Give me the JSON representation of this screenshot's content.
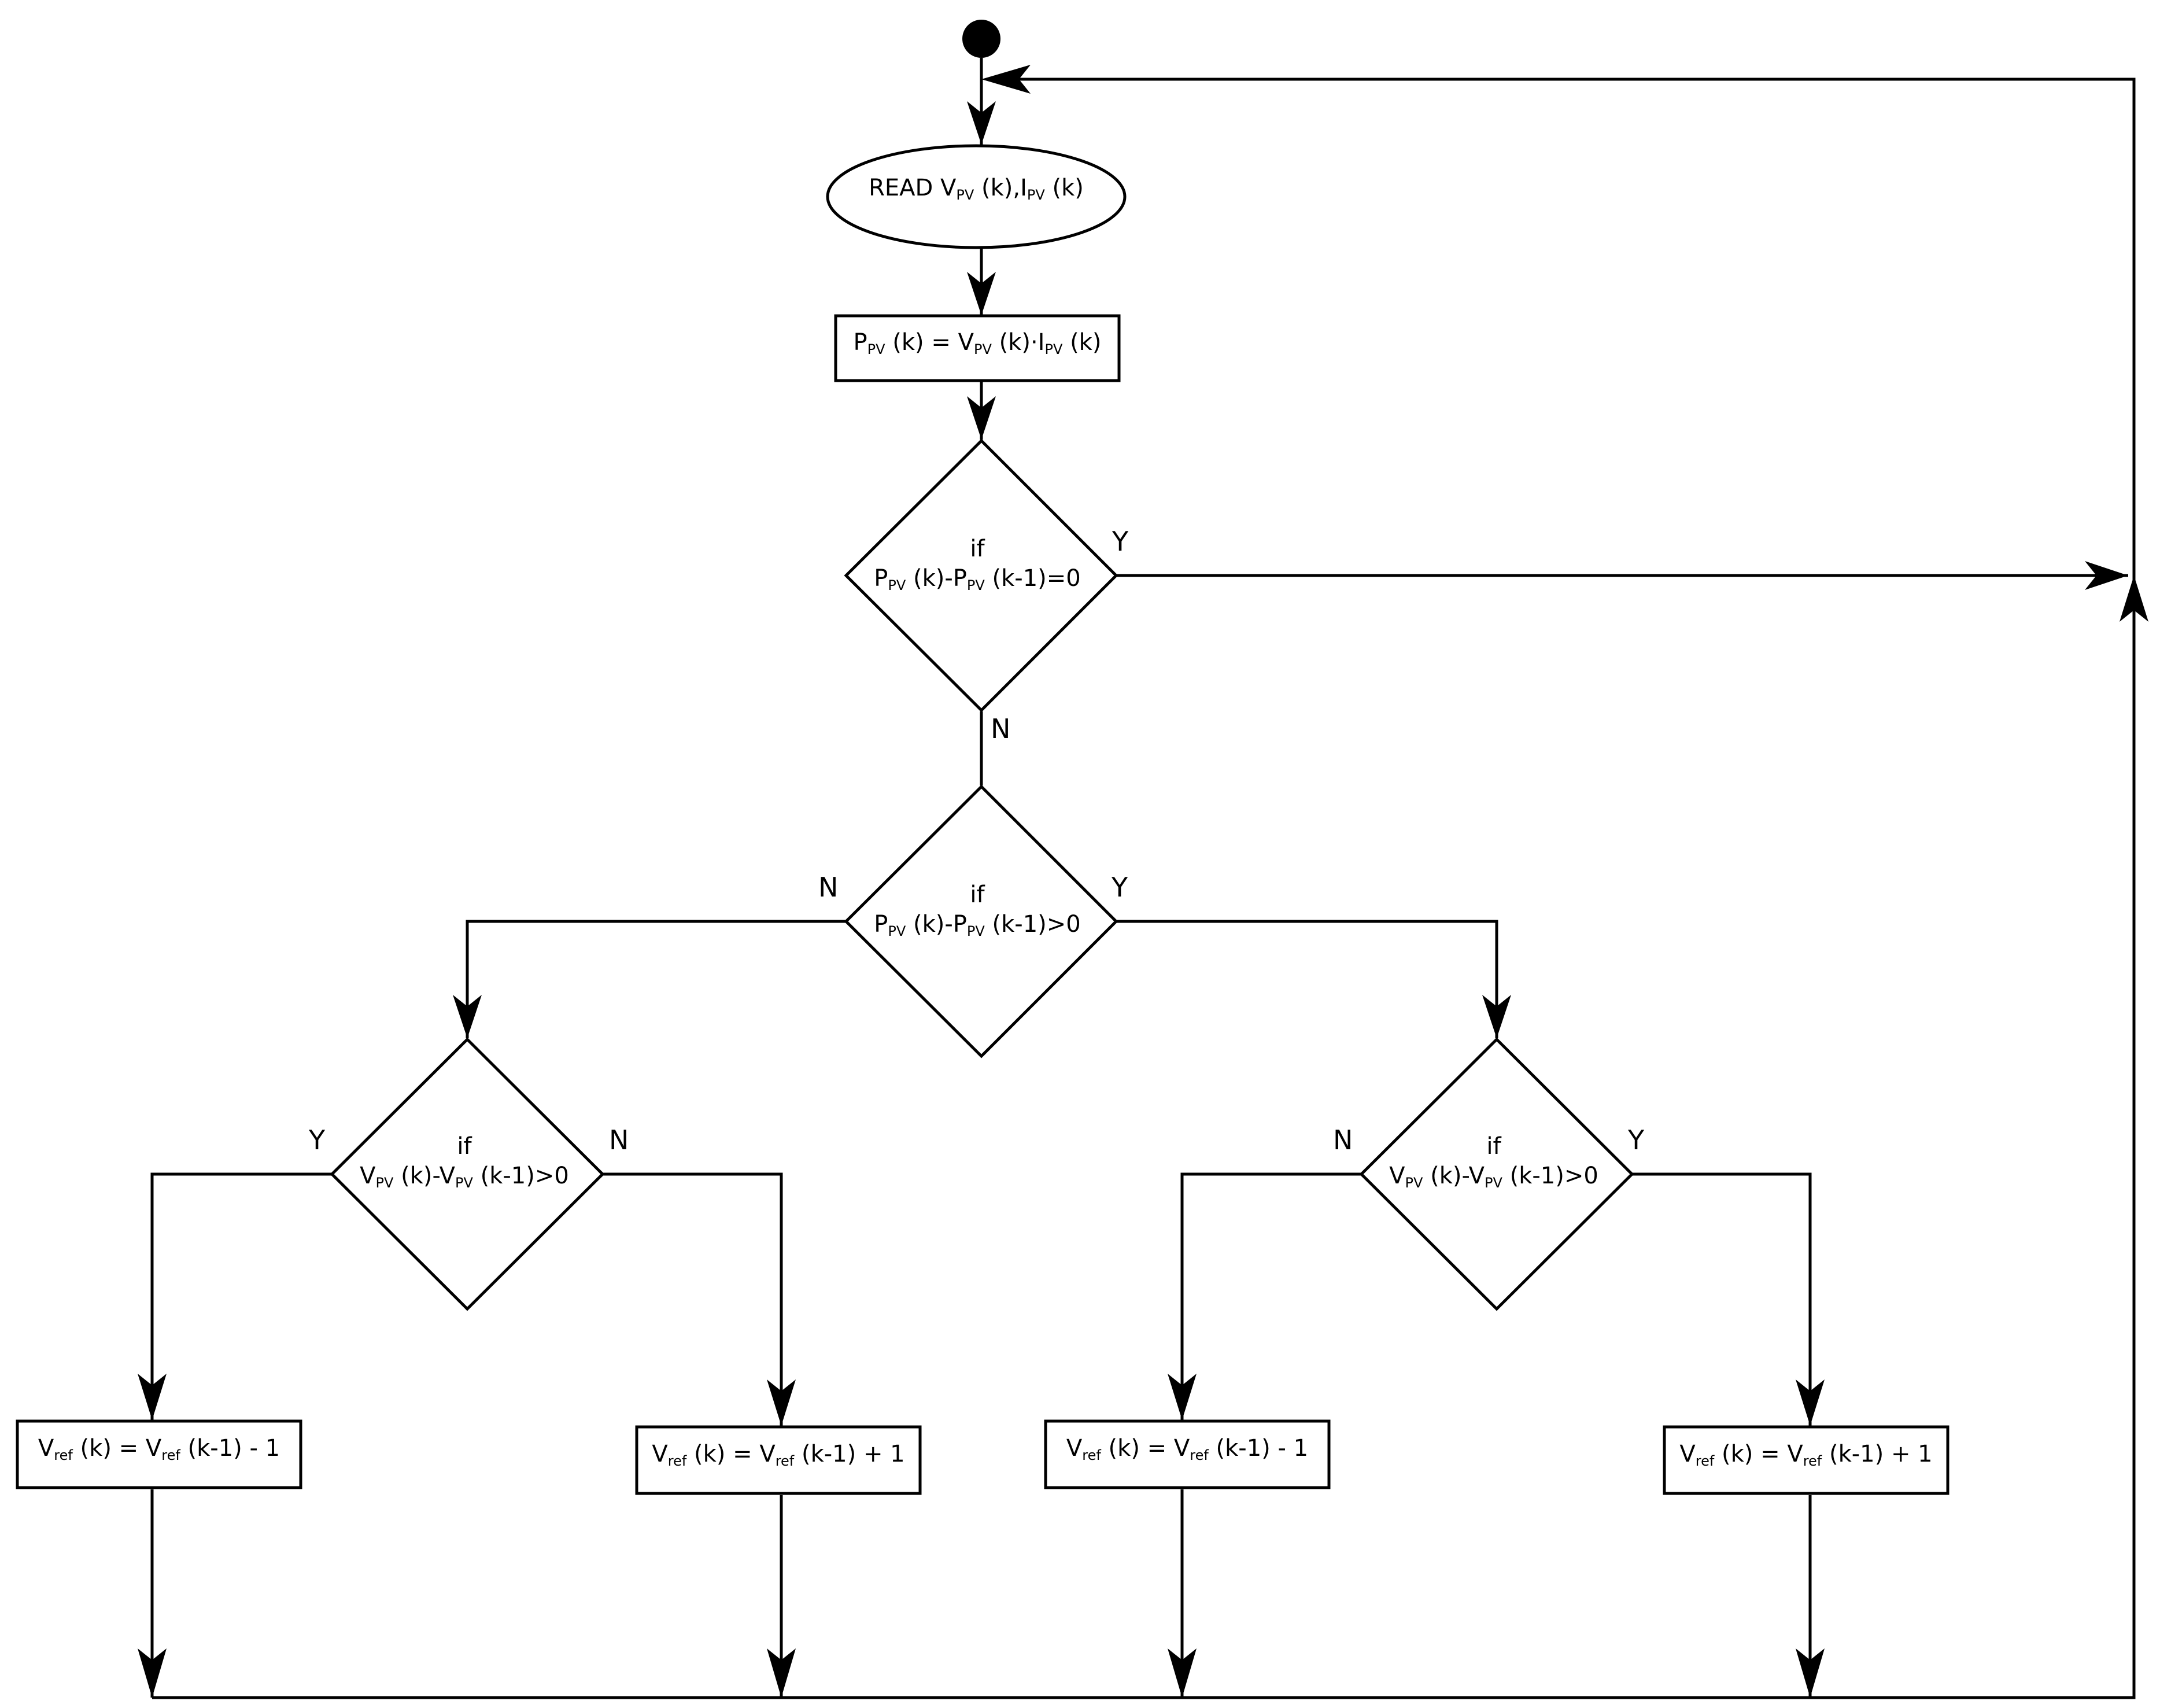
{
  "nodes": {
    "start": {
      "label": "start"
    },
    "read": {
      "segments": [
        [
          "READ V",
          "n"
        ],
        [
          "PV",
          "s"
        ],
        [
          " (k),I",
          "n"
        ],
        [
          "PV",
          "s"
        ],
        [
          " (k)",
          "n"
        ]
      ]
    },
    "power": {
      "segments": [
        [
          "P",
          "n"
        ],
        [
          "PV",
          "s"
        ],
        [
          " (k) = V",
          "n"
        ],
        [
          "PV",
          "s"
        ],
        [
          " (k)·I",
          "n"
        ],
        [
          "PV",
          "s"
        ],
        [
          " (k)",
          "n"
        ]
      ]
    },
    "dec1": {
      "line1": "if",
      "segments": [
        [
          "P",
          "n"
        ],
        [
          "PV",
          "s"
        ],
        [
          " (k)-P",
          "n"
        ],
        [
          "PV",
          "s"
        ],
        [
          " (k-1)=0",
          "n"
        ]
      ]
    },
    "dec2": {
      "line1": "if",
      "segments": [
        [
          "P",
          "n"
        ],
        [
          "PV",
          "s"
        ],
        [
          " (k)-P",
          "n"
        ],
        [
          "PV",
          "s"
        ],
        [
          " (k-1)>0",
          "n"
        ]
      ]
    },
    "dec3": {
      "line1": "if",
      "segments": [
        [
          "V",
          "n"
        ],
        [
          "PV",
          "s"
        ],
        [
          " (k)-V",
          "n"
        ],
        [
          "PV",
          "s"
        ],
        [
          " (k-1)>0",
          "n"
        ]
      ]
    },
    "dec4": {
      "line1": "if",
      "segments": [
        [
          "V",
          "n"
        ],
        [
          "PV",
          "s"
        ],
        [
          " (k)-V",
          "n"
        ],
        [
          "PV",
          "s"
        ],
        [
          " (k-1)>0",
          "n"
        ]
      ]
    },
    "box1": {
      "segments": [
        [
          "V",
          "n"
        ],
        [
          "ref",
          "s"
        ],
        [
          " (k) = V",
          "n"
        ],
        [
          "ref",
          "s"
        ],
        [
          " (k-1) - 1",
          "n"
        ]
      ]
    },
    "box2": {
      "segments": [
        [
          "V",
          "n"
        ],
        [
          "ref",
          "s"
        ],
        [
          " (k) = V",
          "n"
        ],
        [
          "ref",
          "s"
        ],
        [
          " (k-1) + 1",
          "n"
        ]
      ]
    },
    "box3": {
      "segments": [
        [
          "V",
          "n"
        ],
        [
          "ref",
          "s"
        ],
        [
          " (k) = V",
          "n"
        ],
        [
          "ref",
          "s"
        ],
        [
          " (k-1) - 1",
          "n"
        ]
      ]
    },
    "box4": {
      "segments": [
        [
          "V",
          "n"
        ],
        [
          "ref",
          "s"
        ],
        [
          " (k) = V",
          "n"
        ],
        [
          "ref",
          "s"
        ],
        [
          " (k-1) + 1",
          "n"
        ]
      ]
    }
  },
  "branch_labels": {
    "dec1_yes": "Y",
    "dec1_no": "N",
    "dec2_no": "N",
    "dec2_yes": "Y",
    "dec3_yes": "Y",
    "dec3_no": "N",
    "dec4_no": "N",
    "dec4_yes": "Y"
  }
}
